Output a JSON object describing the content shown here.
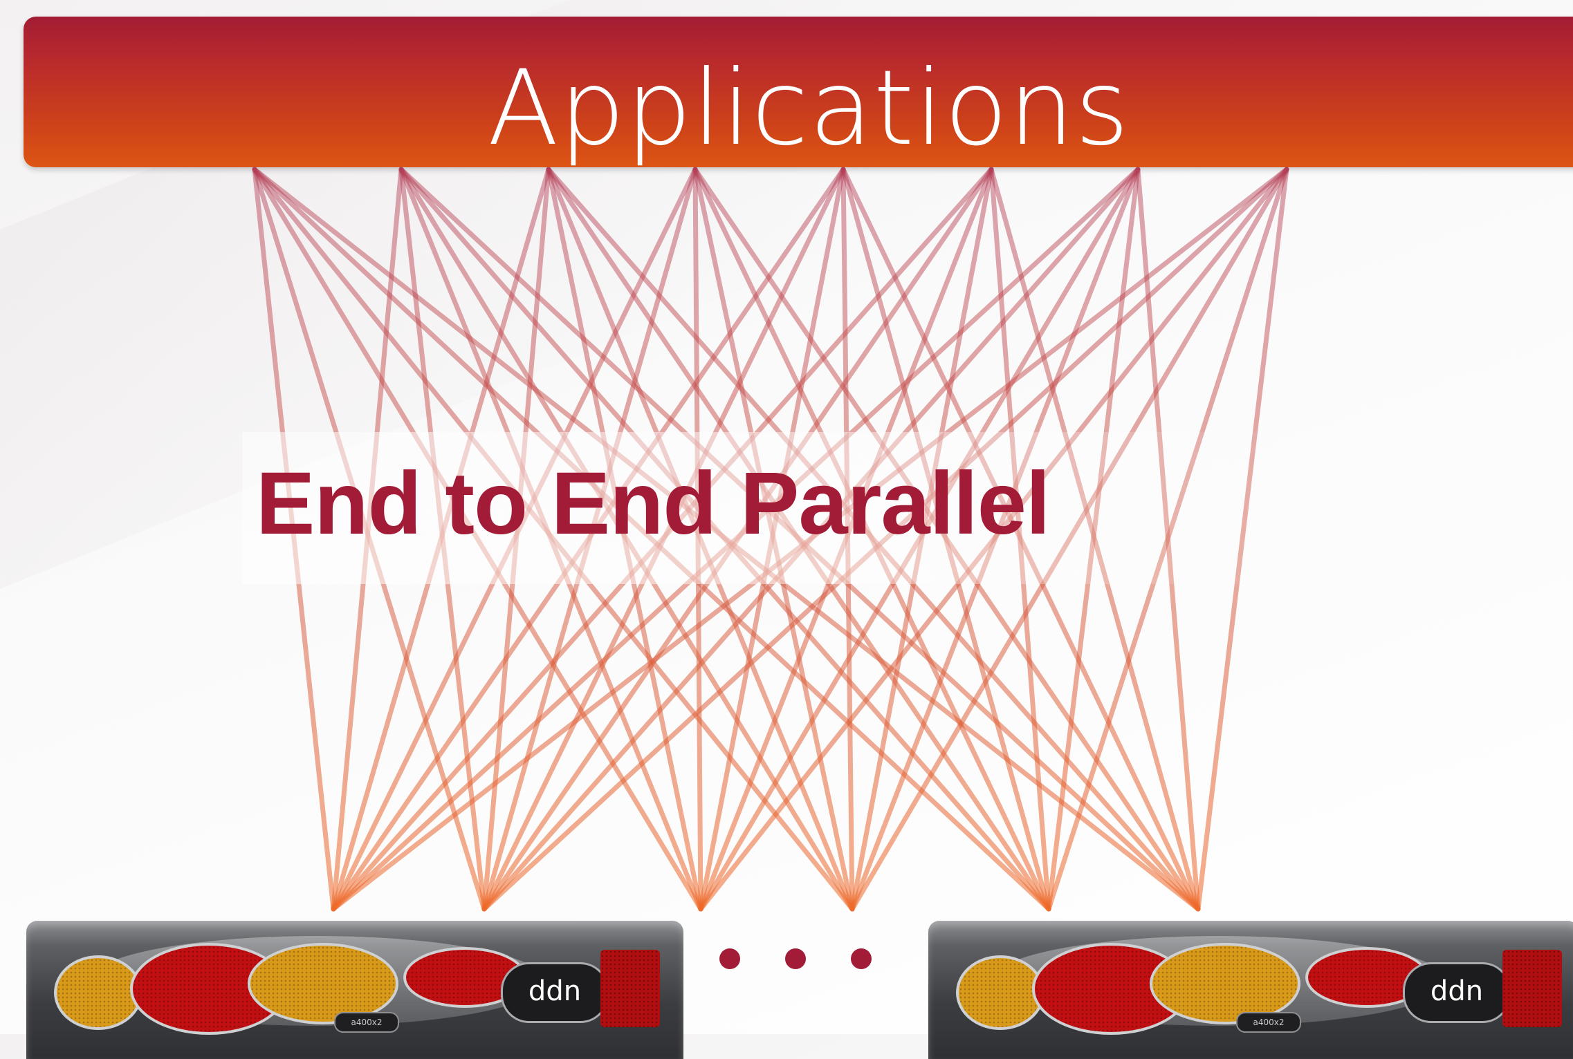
{
  "header": {
    "title": "Applications"
  },
  "headline": "End to End Parallel",
  "devices": [
    {
      "logo": "ddn",
      "model": "a400x2"
    },
    {
      "logo": "ddn",
      "model": "a400x2"
    }
  ],
  "ellipsis_dot_count": 3,
  "colors": {
    "brand_red": "#a31c37",
    "bar_top": "#a31c34",
    "bar_bottom": "#dd5514",
    "line_top": "#b23a52",
    "line_bottom": "#ee6a2a"
  },
  "diagram": {
    "top_node_count": 8,
    "bottom_node_count": 6,
    "connection": "every top node connects to every bottom node"
  }
}
